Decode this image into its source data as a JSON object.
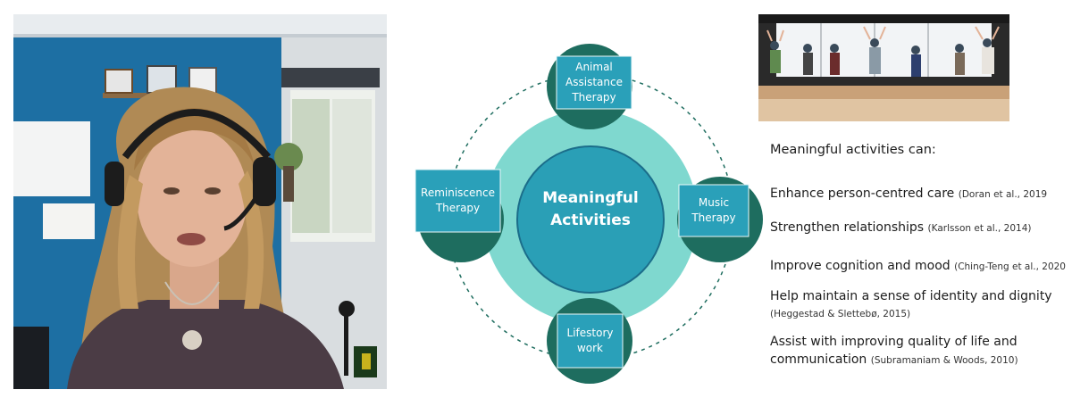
{
  "diagram": {
    "center": {
      "line1": "Meaningful",
      "line2": "Activities"
    },
    "nodes": {
      "top": {
        "line1": "Animal",
        "line2": "Assistance",
        "line3": "Therapy"
      },
      "left": {
        "line1": "Reminiscence",
        "line2": "Therapy"
      },
      "right": {
        "line1": "Music",
        "line2": "Therapy"
      },
      "bottom": {
        "line1": "Lifestory",
        "line2": "work"
      }
    },
    "colors": {
      "dark_teal": "#1e6d5f",
      "light_teal": "#7fd8cf",
      "box_blue": "#2aa0b9",
      "center_blue": "#2a9fb6"
    }
  },
  "list": {
    "heading": "Meaningful activities can:",
    "items": [
      {
        "text": "Enhance person-centred care",
        "cite": "(Doran et al., 2019"
      },
      {
        "text": "Strengthen relationships",
        "cite": "(Karlsson et al., 2014)"
      },
      {
        "text": "Improve cognition and mood",
        "cite": "(Ching-Teng et al., 2020"
      },
      {
        "text": "Help maintain a sense of identity and dignity",
        "cite": "(Heggestad & Slettebø, 2015)"
      },
      {
        "text": "Assist with improving quality of life and",
        "text2": "communication",
        "cite": "(Subramaniam & Woods, 2010)"
      }
    ]
  }
}
